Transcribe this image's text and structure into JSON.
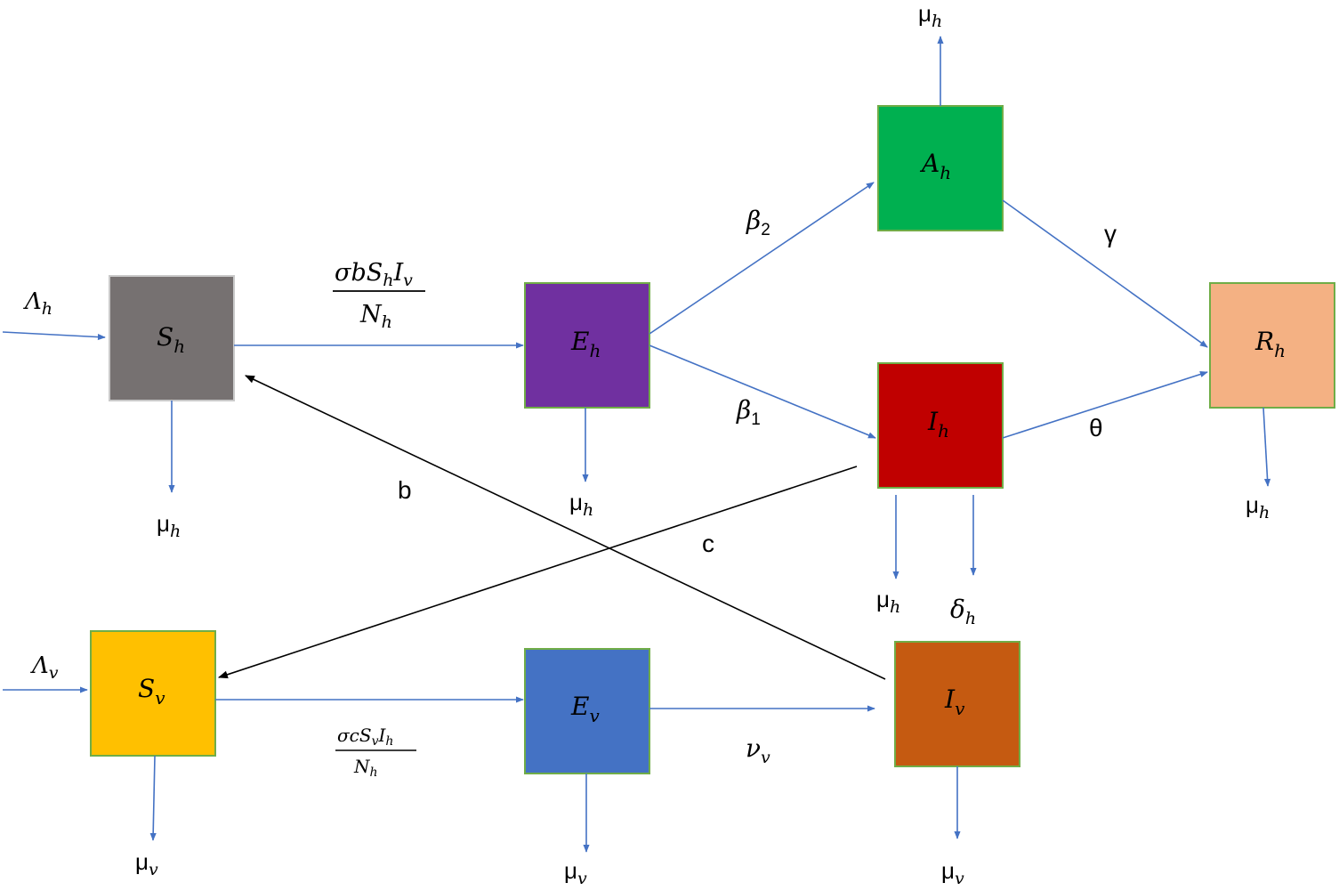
{
  "compartments": {
    "Sh": {
      "main": "S",
      "sub": "h",
      "color": "#767171",
      "border": "#C9C9C9"
    },
    "Eh": {
      "main": "E",
      "sub": "h",
      "color": "#7030A0",
      "border": "#70AD47"
    },
    "Ah": {
      "main": "A",
      "sub": "h",
      "color": "#00B050",
      "border": "#70AD47"
    },
    "Ih": {
      "main": "I",
      "sub": "h",
      "color": "#C00000",
      "border": "#70AD47"
    },
    "Rh": {
      "main": "R",
      "sub": "h",
      "color": "#F4B183",
      "border": "#70AD47"
    },
    "Sv": {
      "main": "S",
      "sub": "v",
      "color": "#FFC000",
      "border": "#70AD47"
    },
    "Ev": {
      "main": "E",
      "sub": "v",
      "color": "#4472C4",
      "border": "#70AD47"
    },
    "Iv": {
      "main": "I",
      "sub": "v",
      "color": "#C55A11",
      "border": "#70AD47"
    }
  },
  "rates": {
    "lambda_h": {
      "main": "Λ",
      "sub": "h"
    },
    "lambda_v": {
      "main": "Λ",
      "sub": "v"
    },
    "beta_1": {
      "main": "β",
      "sub": "1"
    },
    "beta_2": {
      "main": "β",
      "sub": "2"
    },
    "gamma": "γ",
    "theta": "θ",
    "b": "b",
    "c": "c",
    "nu_v": {
      "main": "ν",
      "sub": "v"
    },
    "delta_h": {
      "main": "δ",
      "sub": "h"
    },
    "mu_h": {
      "main": "μ",
      "sub": "h"
    },
    "mu_v": {
      "main": "μ",
      "sub": "v"
    },
    "human_infection": {
      "numerator": [
        "σ",
        "b",
        "S",
        "h",
        "I",
        "v"
      ],
      "denominator": [
        "N",
        "h"
      ]
    },
    "vector_infection": {
      "numerator": [
        "σ",
        "c",
        "S",
        "v",
        "I",
        "h"
      ],
      "denominator": [
        "N",
        "h"
      ]
    }
  },
  "colors": {
    "flow_arrow": "#4472C4",
    "cross_infection_arrow": "#000000"
  }
}
